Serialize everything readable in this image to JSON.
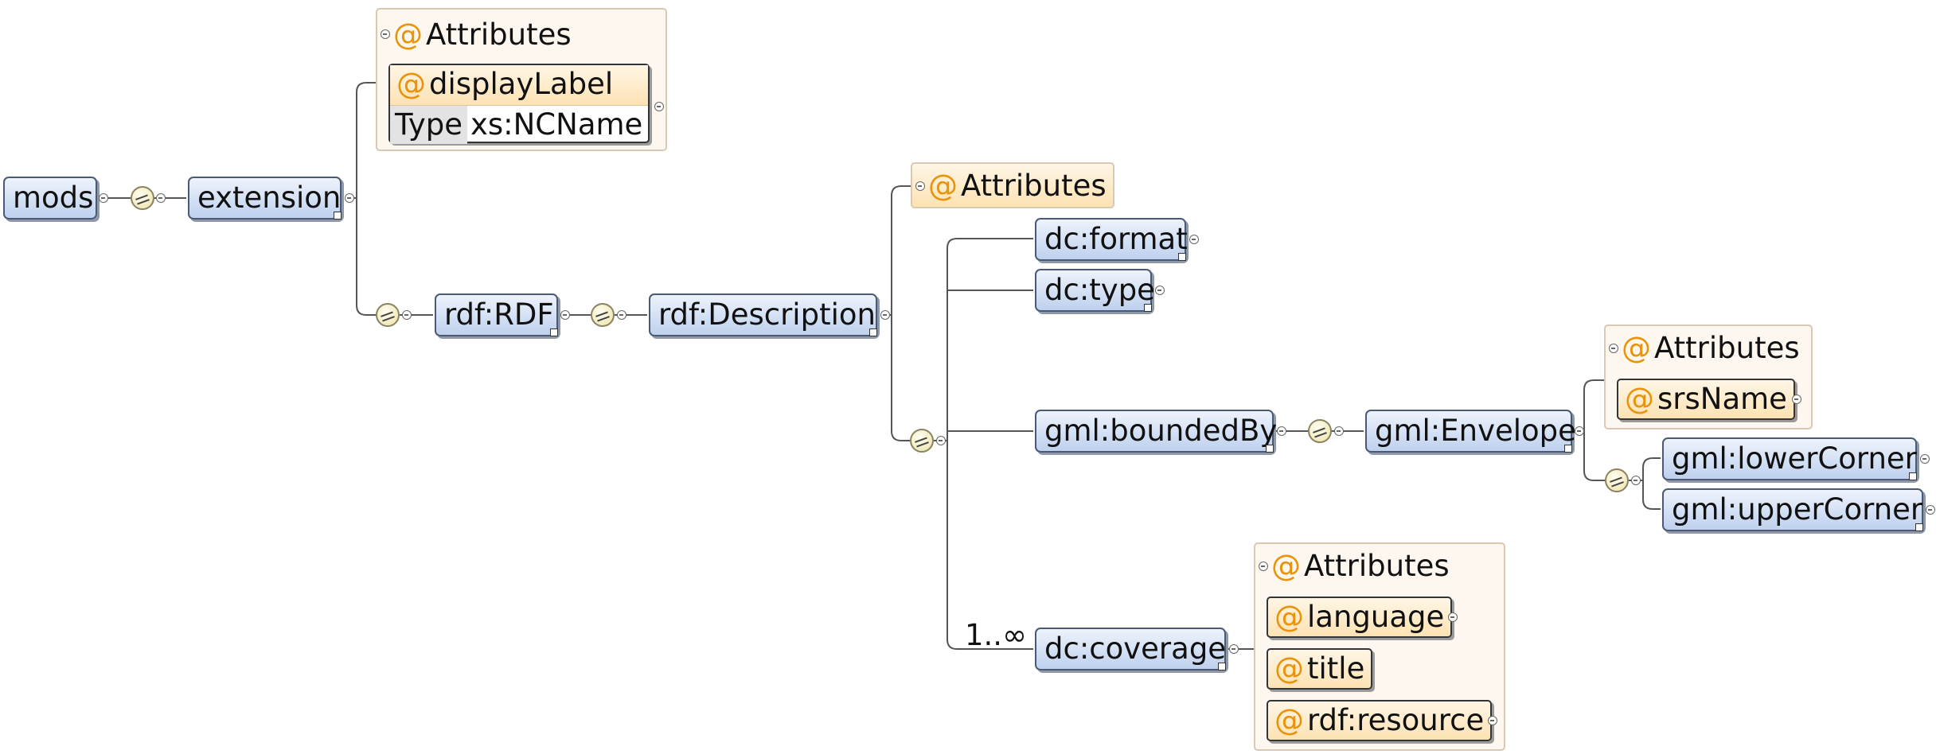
{
  "diagram": {
    "elements": {
      "mods": "mods",
      "extension": "extension",
      "rdf_rdf": "rdf:RDF",
      "rdf_description": "rdf:Description",
      "dc_format": "dc:format",
      "dc_type": "dc:type",
      "gml_boundedby": "gml:boundedBy",
      "gml_envelope": "gml:Envelope",
      "gml_lowercorner": "gml:lowerCorner",
      "gml_uppercorner": "gml:upperCorner",
      "dc_coverage": "dc:coverage"
    },
    "attributes_label": "Attributes",
    "at_symbol": "@",
    "extension_attrs": {
      "name": "displayLabel",
      "type_label": "Type",
      "type_value": "xs:NCName"
    },
    "envelope_attrs": [
      "srsName"
    ],
    "coverage_attrs": [
      "language",
      "title",
      "rdf:resource"
    ],
    "coverage_cardinality": "1..∞"
  },
  "colors": {
    "element_fill": "#d3e0f4",
    "attribute_fill": "#fde2b3",
    "attributes_box": "#fdf7ef",
    "at_sign": "#e8930a"
  },
  "icons": [
    "sequence-icon",
    "collapse-icon",
    "external-ref-icon"
  ]
}
